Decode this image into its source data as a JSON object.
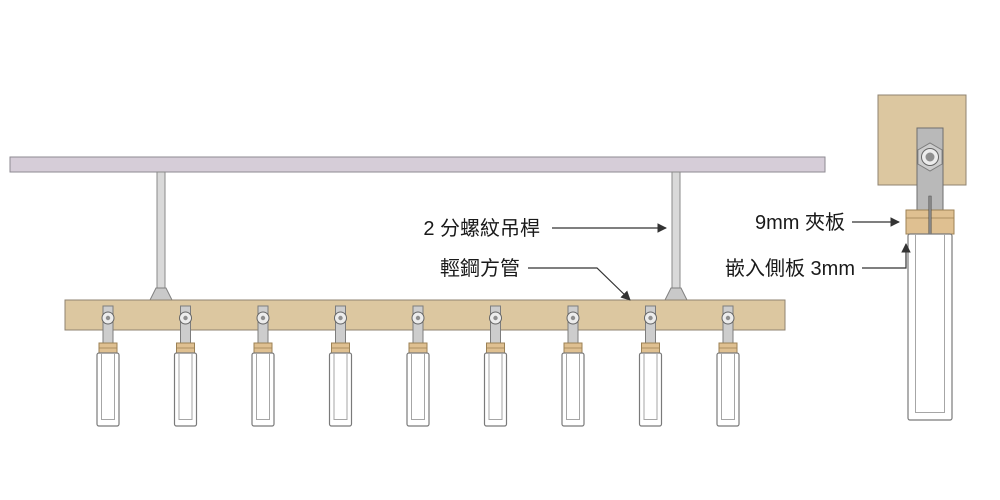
{
  "figure": {
    "type": "construction-detail-diagram",
    "labels": {
      "threaded_rod": "2 分螺紋吊桿",
      "light_steel_tube": "輕鋼方管",
      "plywood_9mm": "9mm 夾板",
      "embedded_side_panel": "嵌入側板 3mm"
    },
    "colors": {
      "slab": "#d6cdd8",
      "wood": "#dcc7a0",
      "clamp": "#dfc091",
      "metal": "#cdcdcd",
      "baffle": "#ffffff",
      "line": "#333333",
      "background": "#ffffff"
    }
  }
}
